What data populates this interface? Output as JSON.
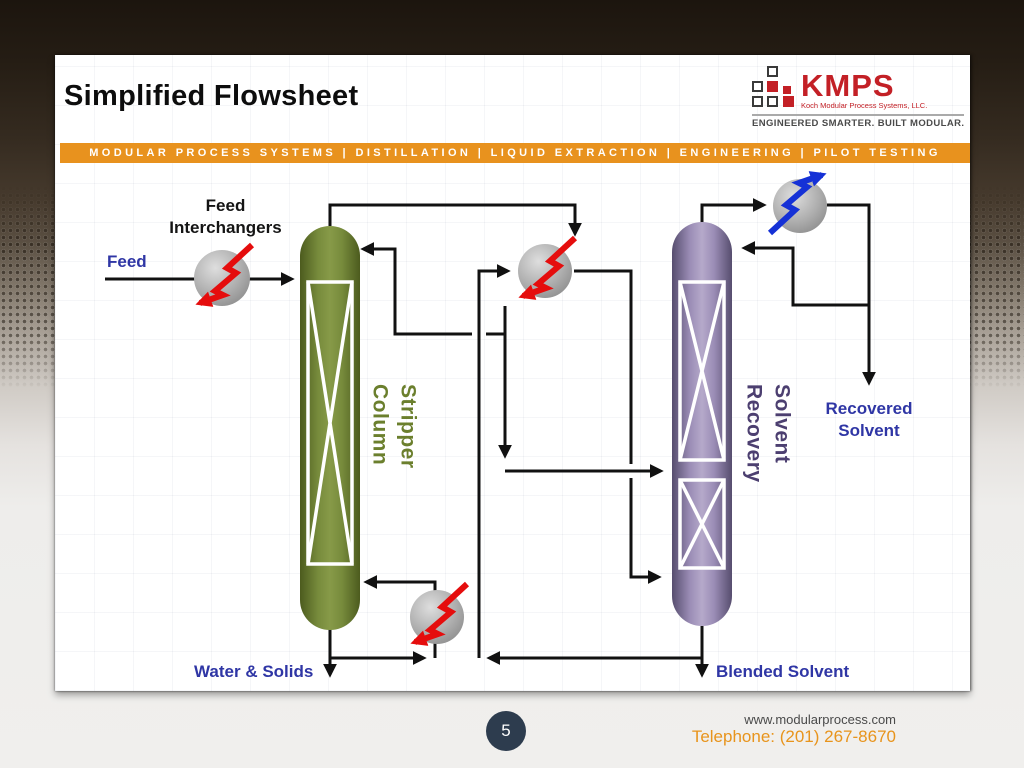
{
  "slide": {
    "title": "Simplified Flowsheet",
    "banner": "MODULAR PROCESS SYSTEMS | DISTILLATION | LIQUID EXTRACTION | ENGINEERING | PILOT TESTING",
    "logo": {
      "brand": "KMPS",
      "company": "Koch Modular Process Systems, LLC.",
      "tagline": "ENGINEERED SMARTER. BUILT MODULAR."
    }
  },
  "diagram": {
    "labels": {
      "feed_interchangers_line1": "Feed",
      "feed_interchangers_line2": "Interchangers",
      "feed": "Feed",
      "stripper_line1": "Stripper",
      "stripper_line2": "Column",
      "solvent_line1": "Solvent",
      "solvent_line2": "Recovery",
      "recovered_line1": "Recovered",
      "recovered_line2": "Solvent",
      "water_solids": "Water & Solids",
      "blended_solvent": "Blended Solvent"
    }
  },
  "footer": {
    "page_number": "5",
    "website": "www.modularprocess.com",
    "phone": "Telephone: (201) 267-8670"
  },
  "colors": {
    "accent_orange": "#E8921E",
    "brand_red": "#C32026",
    "label_blue": "#2F36A5",
    "stripper_green": "#6F8230",
    "solvent_purple": "#9D8FB8",
    "hot_stream_red": "#E50D0D",
    "cold_stream_blue": "#1531D6",
    "line_black": "#111111",
    "page_circle": "#2D3C4E"
  }
}
